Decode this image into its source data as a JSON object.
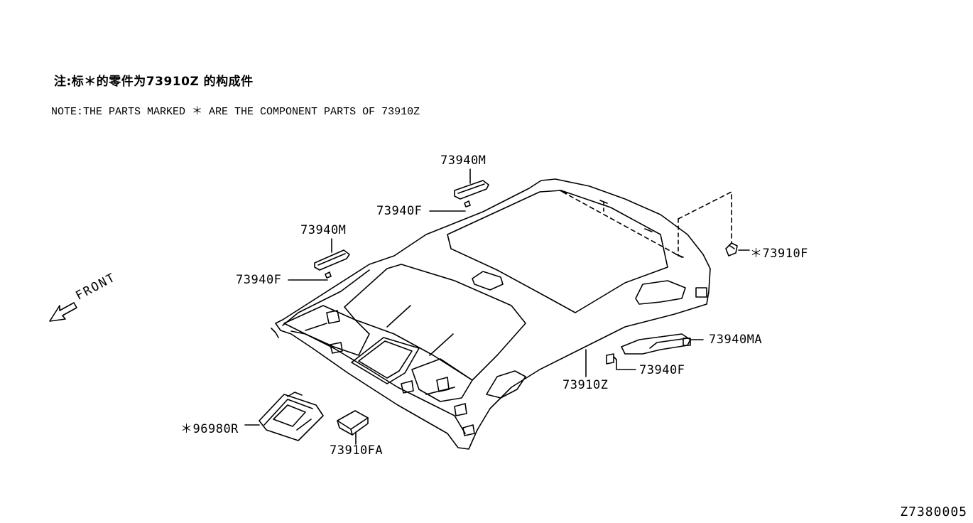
{
  "notes": {
    "cn": "注:标＊的零件为73910Z 的构成件",
    "en": "NOTE:THE PARTS MARKED ＊ ARE THE COMPONENT PARTS OF 73910Z"
  },
  "direction": "FRONT",
  "labels": {
    "p1": "73940M",
    "p2": "73940F",
    "p3": "73940M",
    "p4": "73940F",
    "p5": "＊73910F",
    "p6": "73940MA",
    "p7": "73940F",
    "p8": "73910Z",
    "p9": "＊96980R",
    "p10": "73910FA"
  },
  "diagram_code": "Z7380005"
}
